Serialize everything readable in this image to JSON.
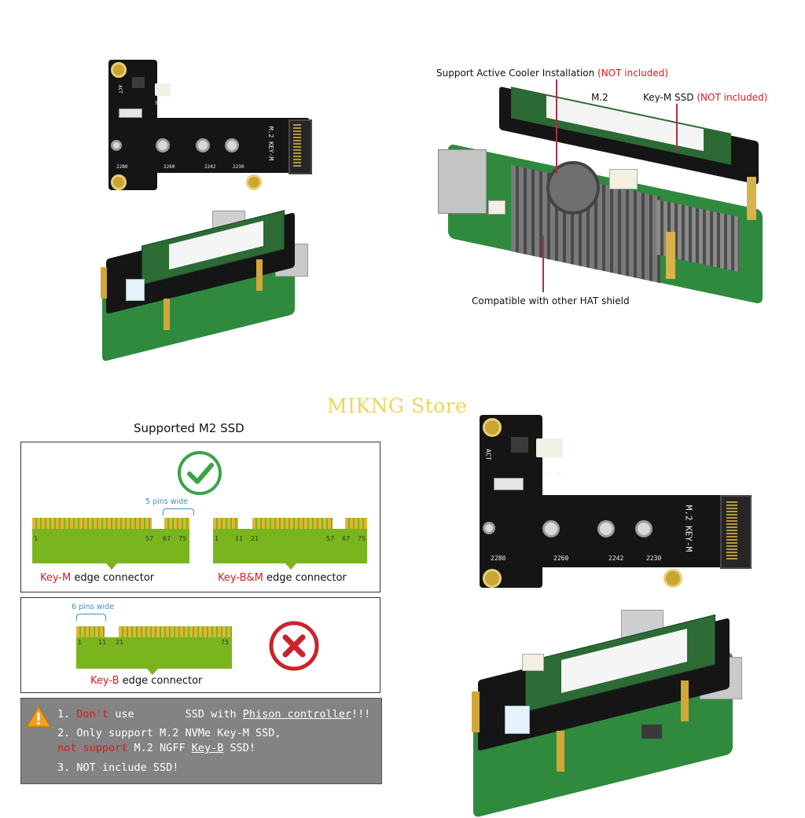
{
  "watermark": "MIKNG Store",
  "board_top": {
    "silk_slots": [
      "2280",
      "2260",
      "2242",
      "2230"
    ],
    "silk_keym": "M.2 KEY-M",
    "silk_power": "5V IN",
    "silk_act": "ACT"
  },
  "board_bottom": {
    "silk_slots": [
      "2280",
      "2260",
      "2242",
      "2230"
    ],
    "silk_keym": "M.2 KEY-M",
    "silk_power": "5V IN",
    "silk_act": "ACT"
  },
  "callouts": {
    "cooler": "Support Active Cooler Installation",
    "cooler_note": "(NOT included)",
    "m2": "M.2",
    "ssd": "Key-M SSD",
    "ssd_note": "(NOT included)",
    "hat": "Compatible with other HAT shield"
  },
  "ssd_chart": {
    "title": "Supported M2 SSD",
    "keym": {
      "pin_width_label": "5 pins wide",
      "pins": [
        "1",
        "57",
        "67",
        "75"
      ],
      "label_red": "Key-M",
      "label": "edge connector"
    },
    "keybm": {
      "pins": [
        "1",
        "11",
        "21",
        "57",
        "67",
        "75"
      ],
      "label_red": "Key-B&M",
      "label": "edge connector"
    },
    "keyb": {
      "pin_width_label": "6 pins wide",
      "pins": [
        "1",
        "11",
        "21",
        "75"
      ],
      "label_red": "Key-B",
      "label": "edge connector"
    }
  },
  "warning": {
    "line1_pre": "1.",
    "line1_red": "Don't",
    "line1_mid": "use",
    "line1_post": "SSD with",
    "line1_link": "Phison controller",
    "line1_end": "!!!",
    "line2": "2. Only support M.2 NVMe Key-M SSD,",
    "line3_red": "not support",
    "line3_mid": "M.2 NGFF",
    "line3_link": "Key-B",
    "line3_end": "SSD!",
    "line4": "3. NOT include SSD!"
  },
  "colors": {
    "accent_red": "#d81b1b",
    "watermark": "#f2d35a",
    "pin_gold": "#e0b534",
    "edge_green": "#7ab51d",
    "check_green": "#3aa349",
    "cross_red": "#c9242a"
  }
}
